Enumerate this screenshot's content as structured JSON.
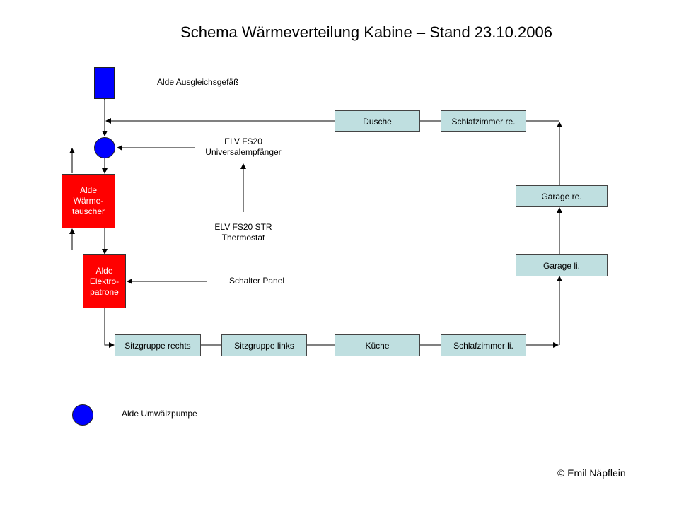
{
  "title": "Schema Wärmeverteilung Kabine – Stand 23.10.2006",
  "labels": {
    "tank": "Alde Ausgleichsgefäß",
    "receiver_line1": "ELV FS20",
    "receiver_line2": "Universalempfänger",
    "thermostat_line1": "ELV FS20 STR",
    "thermostat_line2": "Thermostat",
    "switch": "Schalter Panel",
    "pump": "Alde Umwälzpumpe"
  },
  "components": {
    "heat_exchanger_lines": [
      "Alde",
      "Wärme-",
      "tauscher"
    ],
    "heater_lines": [
      "Alde",
      "Elektro-",
      "patrone"
    ]
  },
  "rooms": {
    "dusche": "Dusche",
    "schlafzimmer_re": "Schlafzimmer re.",
    "garage_re": "Garage re.",
    "garage_li": "Garage li.",
    "sitzgruppe_rechts": "Sitzgruppe rechts",
    "sitzgruppe_links": "Sitzgruppe links",
    "kueche": "Küche",
    "schlafzimmer_li": "Schlafzimmer li."
  },
  "copyright": "© Emil Näpflein",
  "colors": {
    "pump": "#0000ff",
    "tank": "#0000ff",
    "heater": "#ff0000",
    "room": "#bfdfe0"
  }
}
